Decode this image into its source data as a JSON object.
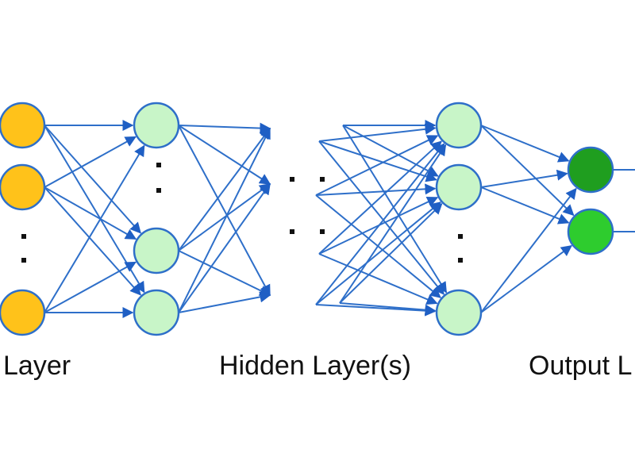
{
  "labels": {
    "input": "Layer",
    "hidden": "Hidden Layer(s)",
    "output": "Output L"
  },
  "colors": {
    "input_node": "#FFC21A",
    "hidden_node": "#C8F5C8",
    "output_node_1": "#1F9E1F",
    "output_node_2": "#2ECC2E",
    "connection": "#2E6FC9",
    "arrowhead": "#1F5FC4"
  }
}
